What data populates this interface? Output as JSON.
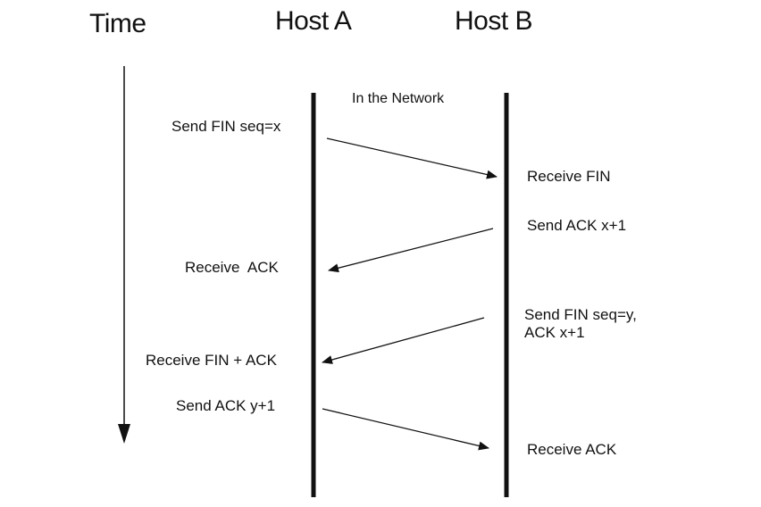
{
  "headers": {
    "time": "Time",
    "host_a": "Host A",
    "host_b": "Host B"
  },
  "network_label": "In the Network",
  "host_a_events": {
    "send_fin": "Send FIN seq=x",
    "receive_ack": "Receive  ACK",
    "receive_fin_ack": "Receive FIN + ACK",
    "send_ack": "Send ACK y+1"
  },
  "host_b_events": {
    "receive_fin": "Receive FIN",
    "send_ack": "Send ACK x+1",
    "send_fin_line1": "Send FIN seq=y,",
    "send_fin_line2": "ACK x+1",
    "receive_ack": "Receive ACK"
  },
  "colors": {
    "line": "#111111",
    "background": "#ffffff"
  }
}
